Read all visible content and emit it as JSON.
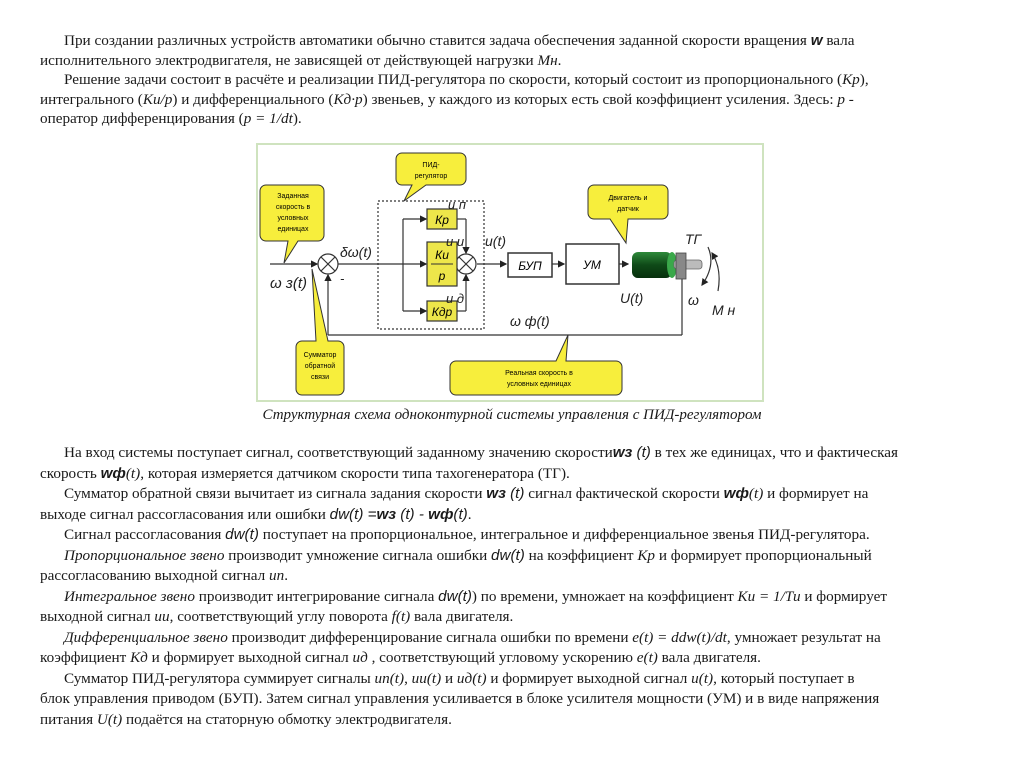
{
  "intro": {
    "p1": [
      "При создании различных устройств автоматики обычно ставится задача обеспечения заданной скорости вращения ",
      "w",
      " вала",
      "исполнительного электродвигателя, не зависящей от действующей нагрузки ",
      "Мн",
      "."
    ],
    "p2": {
      "l1a": "Решение задачи состоит в расчёте и реализации ПИД-регулятора по скорости, который состоит из пропорционального (",
      "l1b": "Кр",
      "l1c": "),",
      "l2a": "интегрального (",
      "l2b": "Ки/р",
      "l2c": ") и дифференциального (",
      "l2d": "Кд·р",
      "l2e": ") звеньев, у каждого из которых есть свой коэффициент усиления. Здесь: ",
      "l2f": "р",
      "l2g": " -",
      "l3a": "оператор дифференцирования (",
      "l3b": "р = 1/dt",
      "l3c": ")."
    }
  },
  "diagram": {
    "callouts": {
      "setpoint": [
        "Заданная",
        "скорость в",
        "условных",
        "единицах"
      ],
      "pid": [
        "ПИД-",
        "регулятор"
      ],
      "motor": [
        "Двигатель и",
        "датчик"
      ],
      "summator": [
        "Сумматор",
        "обратной",
        "связи"
      ],
      "real_speed": [
        "Реальная скорость в",
        "условных единицах"
      ]
    },
    "blocks": {
      "kp": "Кр",
      "ki_num": "Ки",
      "ki_den": "р",
      "kd": "Кдр",
      "bup": "БУП",
      "um": "УМ"
    },
    "signals": {
      "w_set": "ω з(t)",
      "dw": "δω(t)",
      "minus": "-",
      "up": "u п",
      "ui": "u и",
      "ud": "u д",
      "u": "u(t)",
      "U": "U(t)",
      "w_f": "ω ф(t)",
      "tg": "ТГ",
      "omega": "ω",
      "mn": "М н"
    },
    "colors": {
      "callout_fill": "#f7ee3c",
      "block_fill": "#ede64a",
      "motor": "#1f6b2a",
      "frame": "#cfe3bf"
    }
  },
  "caption": "Структурная схема одноконтурной системы управления с ПИД-регулятором",
  "body": {
    "l1a": "На вход системы поступает сигнал, соответствующий заданному значению скорости",
    "l1b": "wз",
    "l1c": " (t)",
    "l1d": " в тех же единицах, что и фактическая",
    "l2a": "скорость ",
    "l2b": "wф",
    "l2c": "(t)",
    "l2d": ",  которая измеряется датчиком скорости типа тахогенератора (ТГ).",
    "l3a": "Сумматор обратной связи вычитает из сигнала задания скорости ",
    "l3b": "wз",
    "l3c": " (t)",
    "l3d": " сигнал фактической скорости ",
    "l3e": "wф",
    "l3f": "(t)",
    "l3g": " и формирует на",
    "l4a": "выходе сигнал  рассогласования или ошибки  ",
    "l4b": "dw(t) =",
    "l4c": "wз",
    "l4d": " (t) - ",
    "l4e": "wф",
    "l4f": "(t)",
    "l4g": ".",
    "l5a": "Сигнал  рассогласования ",
    "l5b": "dw(t)",
    "l5c": " поступает на пропорциональное, интегральное и дифференциальное звенья ПИД-регулятора.",
    "l6a": "Пропорциональное звено",
    "l6b": " производит умножение сигнала ошибки ",
    "l6c": "dw(t)",
    "l6d": "  на коэффициент ",
    "l6e": "Кр",
    "l6f": " и формирует пропорциональный",
    "l7a": "рассогласованию выходной сигнал ",
    "l7b": "uп",
    "l7c": ".",
    "l8a": "Интегральное звено",
    "l8b": " производит интегрирование сигнала ",
    "l8c": "dw(t)",
    "l8d": ") по времени, умножает на коэффициент ",
    "l8e": "Ки = 1/Ти",
    "l8f": " и формирует",
    "l9a": "выходной сигнал ",
    "l9b": "uи",
    "l9c": ", соответствующий углу поворота ",
    "l9d": "f(t)",
    "l9e": " вала двигателя.",
    "l10a": "Дифференциальное звено",
    "l10b": " производит дифференцирование сигнала ошибки по времени ",
    "l10c": "e(t) = ddw(t)/dt",
    "l10d": ", умножает результат на",
    "l11a": "коэффициент  ",
    "l11b": "Кд",
    "l11c": " и формирует выходной сигнал ",
    "l11d": "uд",
    "l11e": " , соответствующий угловому ускорению ",
    "l11f": "e(t)",
    "l11g": " вала двигателя.",
    "l12a": "Сумматор ПИД-регулятора суммирует сигналы  ",
    "l12b": "uп(t)",
    "l12c": ", ",
    "l12d": "uи(t)",
    "l12e": " и ",
    "l12f": "uд(t)",
    "l12g": " и формирует выходной сигнал ",
    "l12h": "u(t)",
    "l12i": ", который  поступает в",
    "l13": "блок управления  приводом (БУП). Затем сигнал управления усиливается в блоке усилителя мощности (УМ) и в виде напряжения",
    "l14a": "питания ",
    "l14b": "U(t)",
    "l14c": "  подаётся на статорную обмотку  электродвигателя."
  }
}
